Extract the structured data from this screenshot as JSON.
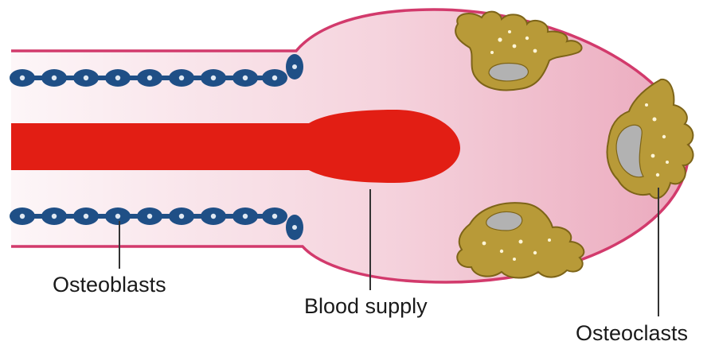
{
  "labels": {
    "osteoblasts": "Osteoblasts",
    "blood_supply": "Blood supply",
    "osteoclasts": "Osteoclasts"
  },
  "colors": {
    "outline": "#d23a6c",
    "tissue_light": "#fbeef2",
    "tissue_dark": "#eeb0c2",
    "blood": "#e21e14",
    "osteoblast": "#1f4f86",
    "osteoblast_dot": "#dfe8f2",
    "osteoclast": "#b89a38",
    "osteoclast_edge": "#7d6418",
    "nucleus": "#b2b2b2",
    "leader": "#333333"
  }
}
